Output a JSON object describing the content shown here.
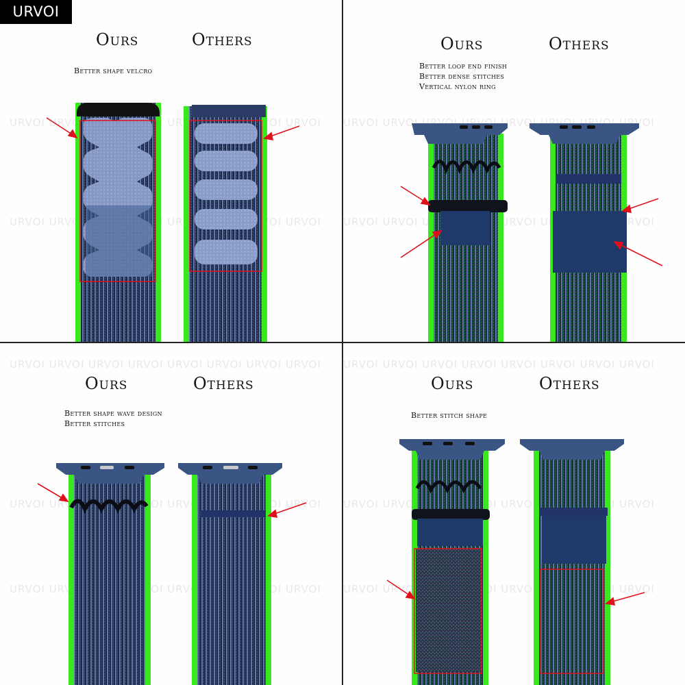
{
  "brand": {
    "label": "URVOI"
  },
  "watermark": {
    "text": "URVOI URVOI URVOI URVOI URVOI URVOI URVOI URVOI"
  },
  "panels": [
    {
      "ours": "Ours",
      "others": "Others",
      "notes": [
        "Better shape velcro"
      ]
    },
    {
      "ours": "Ours",
      "others": "Others",
      "notes": [
        "Better loop end finish",
        "Better dense stitches",
        "Vertical nylon ring"
      ]
    },
    {
      "ours": "Ours",
      "others": "Others",
      "notes": [
        "Better shape wave design",
        "Better stitches"
      ]
    },
    {
      "ours": "Ours",
      "others": "Others",
      "notes": [
        "Better stitch shape"
      ]
    }
  ],
  "colors": {
    "strap_edge": "#39e81f",
    "strap_body": "#1b2848",
    "stitch_light": "#7a8fb4",
    "connector": "#3a5583",
    "loop_patch": "#1f3a6a",
    "velcro": "#8a9cc8",
    "annotation_red": "#e0101a"
  }
}
